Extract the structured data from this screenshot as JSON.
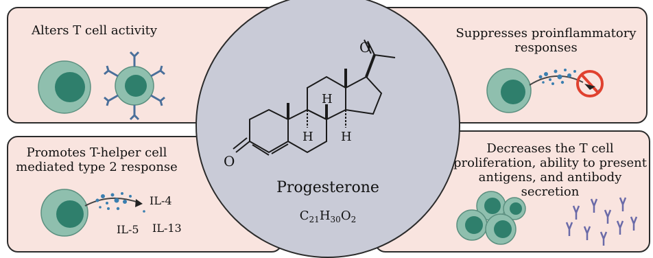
{
  "panels": {
    "top_left": {
      "title": "Alters T cell activity"
    },
    "top_right": {
      "title_line1": "Suppresses proinflammatory",
      "title_line2": "responses"
    },
    "bottom_left": {
      "title_line1": "Promotes T-helper cell",
      "title_line2": "mediated type 2 response",
      "cytokines": [
        "IL-4",
        "IL-5",
        "IL-13"
      ]
    },
    "bottom_right": {
      "title_line1": "Decreases the T cell",
      "title_line2": "proliferation, ability to present",
      "title_line3": "antigens, and antibody secretion"
    }
  },
  "center": {
    "name": "Progesterone",
    "formula": {
      "c": "C",
      "c_sub": "21",
      "h": "H",
      "h_sub": "30",
      "o": "O",
      "o_sub": "2"
    },
    "atoms": {
      "o_ketone_top": "O",
      "o_ketone_left": "O",
      "h1": "H",
      "h2": "H",
      "h3": "H"
    }
  },
  "colors": {
    "panel_bg": "#f9e4df",
    "circle_bg": "#c9cbd7",
    "cell_outer": "#8fbfae",
    "cell_nucleus": "#2f7f6c",
    "receptor": "#4a6f9a",
    "cytokine_blue": "#3b7fb0",
    "prohibit_red": "#e0412f",
    "antibody": "#6a6aa8"
  },
  "icons": [
    "t-cell-icon",
    "antigen-presenting-cell-icon",
    "cytokine-release-icon",
    "prohibit-icon",
    "antibody-icon"
  ]
}
